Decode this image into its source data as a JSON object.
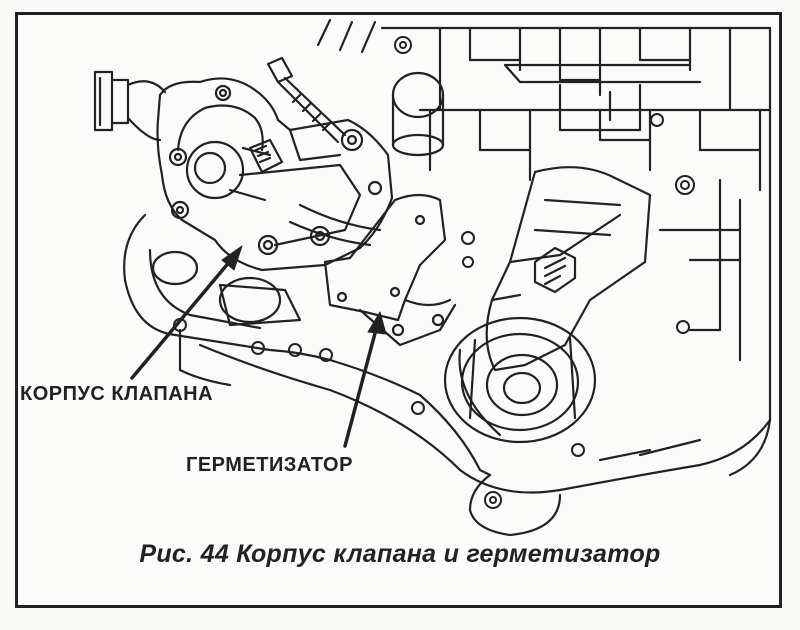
{
  "labels": {
    "valve_body": "КОРПУС КЛАПАНА",
    "sealant": "ГЕРМЕТИЗАТОР"
  },
  "caption": "Рис. 44 Корпус клапана и герметизатор",
  "colors": {
    "ink": "#222222",
    "paper": "#fbfbf9"
  }
}
